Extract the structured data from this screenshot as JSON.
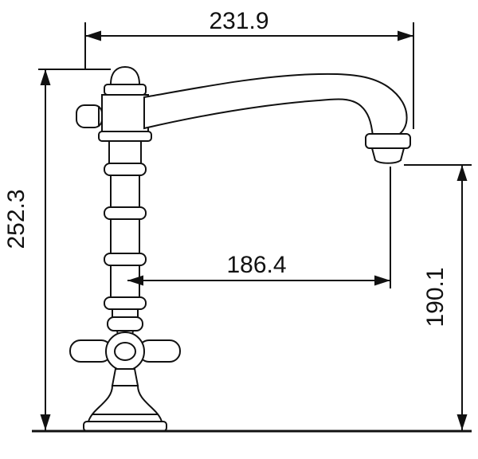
{
  "colors": {
    "line": "#111111",
    "background": "#ffffff"
  },
  "dimensions": {
    "top_width": "231.9",
    "overall_height": "252.3",
    "spout_reach": "186.4",
    "spout_height": "190.1"
  }
}
